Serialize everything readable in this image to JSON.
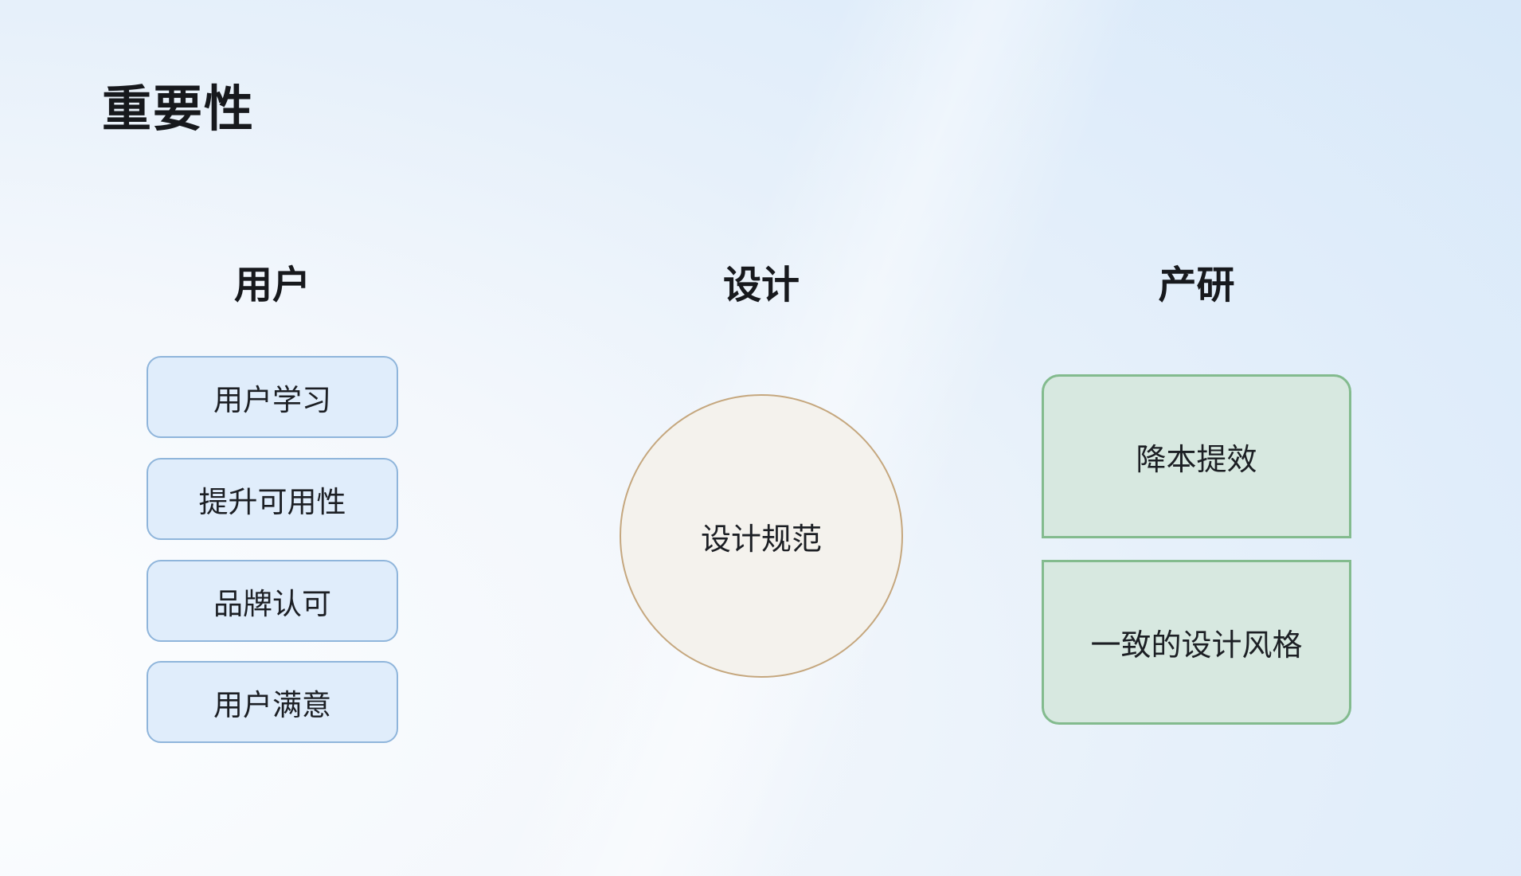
{
  "page": {
    "title": "重要性",
    "background_top_left": "#ecf3fa",
    "background_bottom_right": "#d7e8f9",
    "background_left": "#fdfeff",
    "text_color": "#1b1e23"
  },
  "columns": [
    {
      "id": "users",
      "header": "用户",
      "items": [
        "用户学习",
        "提升可用性",
        "品牌认可",
        "用户满意"
      ],
      "box_fill": "#e0edfb",
      "box_border": "#8fb5db"
    },
    {
      "id": "design",
      "header": "设计",
      "circle": {
        "label": "设计规范",
        "fill": "#f4f2ed",
        "border": "#c5a77e"
      }
    },
    {
      "id": "product-rnd",
      "header": "产研",
      "items": [
        "降本提效",
        "一致的设计风格"
      ],
      "box_fill": "#d7e8e0",
      "box_border": "#83bb8e"
    }
  ]
}
